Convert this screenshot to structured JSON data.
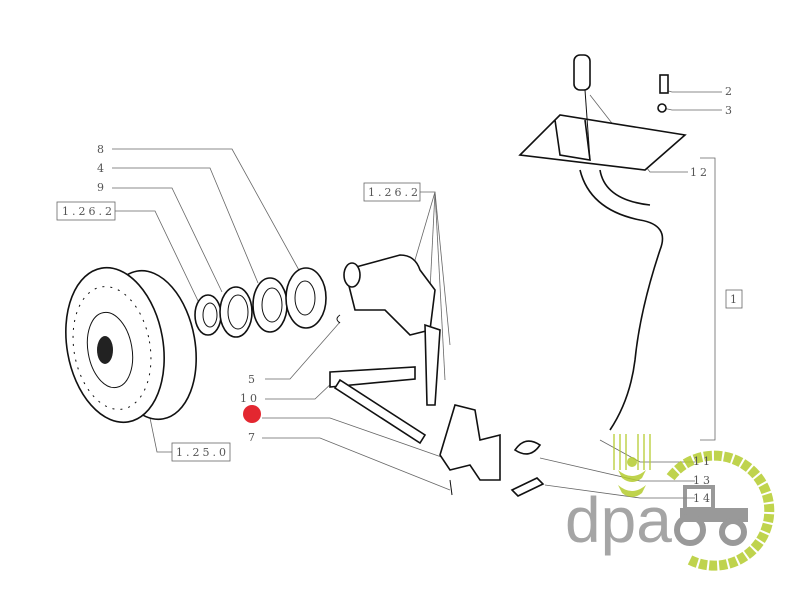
{
  "labels": {
    "l8": "8",
    "l4": "4",
    "l9": "9",
    "ref_left": "1.26.2",
    "ref_clutch": "1.25.0",
    "ref_mid": "1.26.2",
    "l5": "5",
    "l10": "10",
    "l7": "7",
    "l2": "2",
    "l3": "3",
    "l12": "12",
    "l1": "1",
    "l11": "11",
    "l13": "13",
    "l14": "14"
  },
  "watermark": {
    "text": "dpa",
    "colors": {
      "gray": "#8a8a8a",
      "green": "#b5cc2e"
    }
  },
  "highlight": {
    "color": "#e0101a"
  }
}
